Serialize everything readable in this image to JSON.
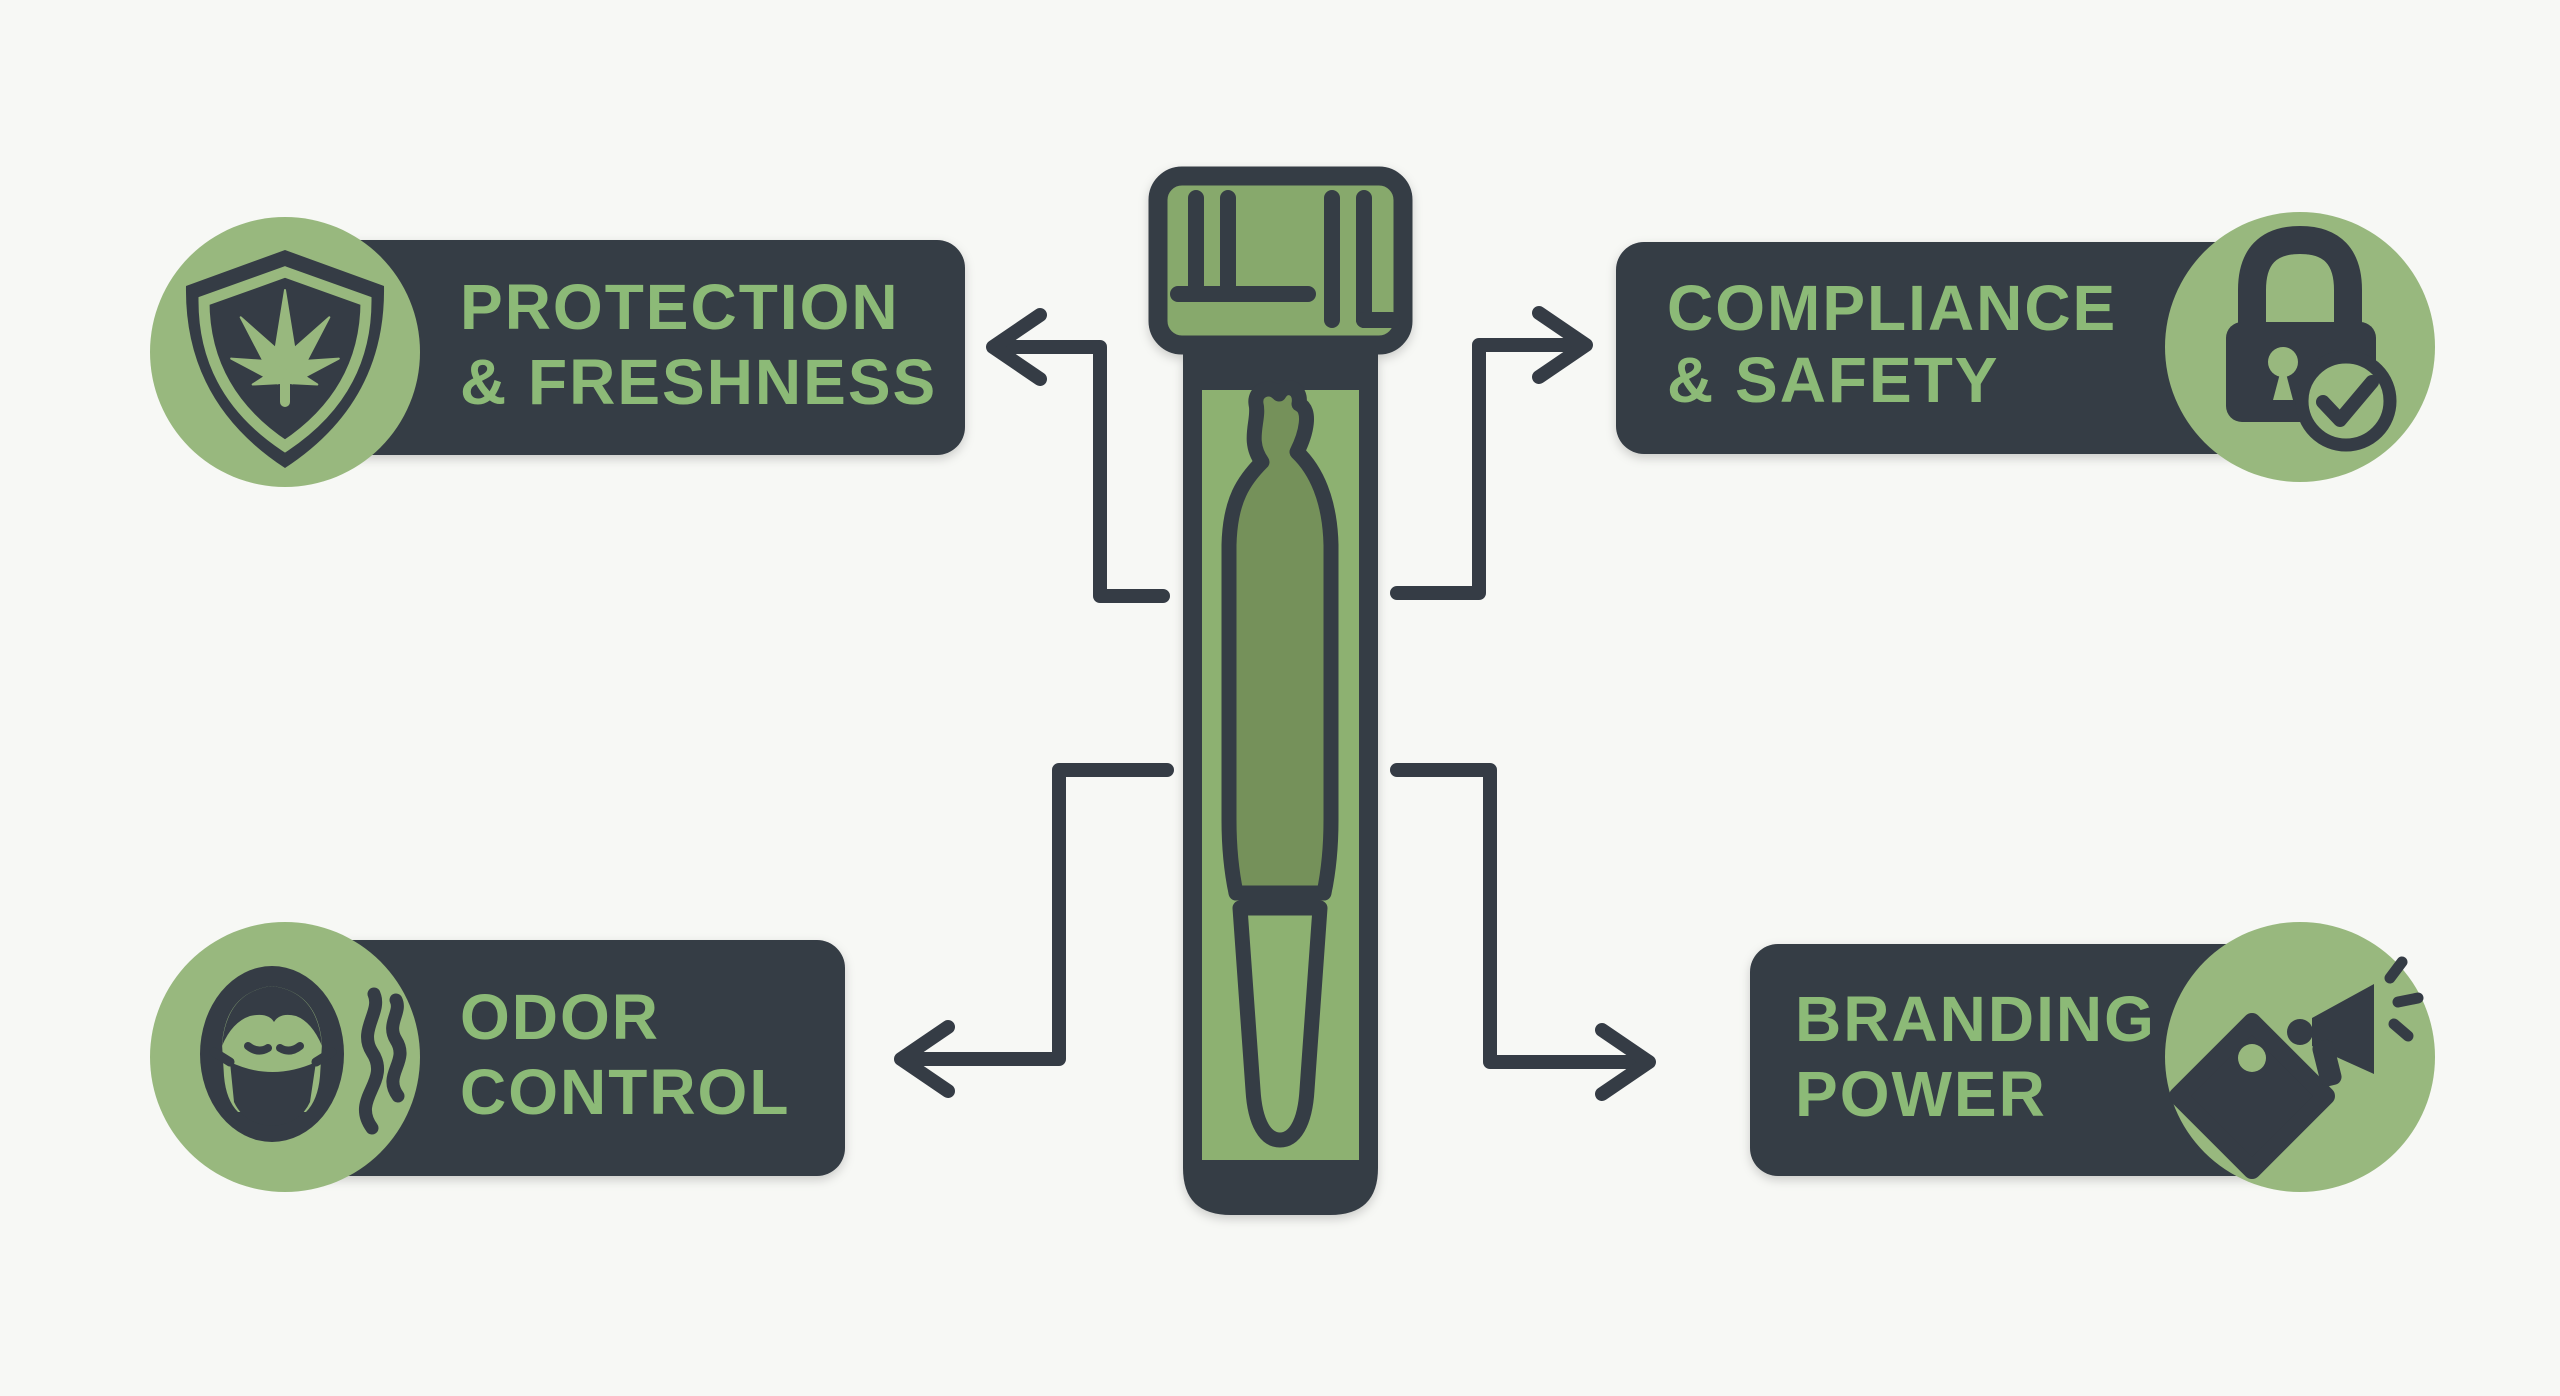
{
  "title": "Pre-roll tube benefits infographic",
  "palette": {
    "background": "#f7f8f5",
    "panel_dark": "#353c45",
    "circle_green": "#98b87e",
    "label_green": "#8cba77",
    "tube_green": "#8db171",
    "cap_green": "#87a96c",
    "joint_green": "#74915a"
  },
  "center": {
    "subject": "pre-roll tube with cone joint inside",
    "icon": "preroll-tube-icon"
  },
  "callouts": {
    "protection": {
      "line1": "PROTECTION",
      "line2": "& FRESHNESS",
      "icon": "shield-cannabis-leaf-icon"
    },
    "compliance": {
      "line1": "COMPLIANCE",
      "line2": "& SAFETY",
      "icon": "padlock-check-icon"
    },
    "odor": {
      "line1": "ODOR",
      "line2": "CONTROL",
      "icon": "masked-face-smoke-icon"
    },
    "branding": {
      "line1": "BRANDING",
      "line2": "POWER",
      "icon": "tag-megaphone-icon"
    }
  }
}
